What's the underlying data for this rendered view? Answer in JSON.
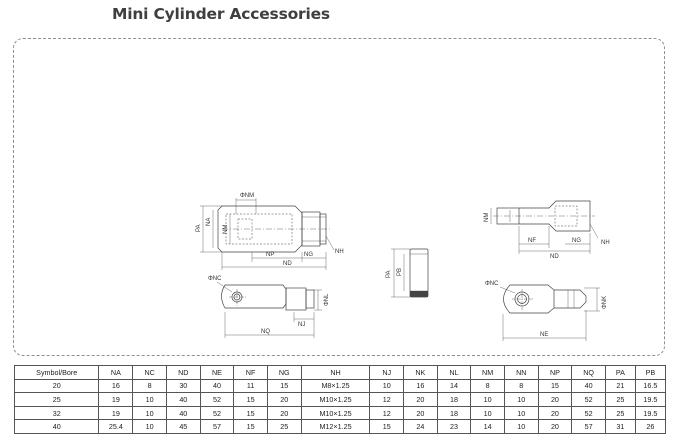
{
  "page": {
    "title": "Mini Cylinder Accessories"
  },
  "drawings": {
    "y_joint": {
      "top_labels": [
        "ΦNM",
        "NA",
        "PA",
        "NM",
        "NP",
        "NG",
        "ND",
        "NH"
      ],
      "bottom_labels": [
        "ΦNC",
        "ΦNL",
        "NJ",
        "NQ"
      ]
    },
    "pin": {
      "labels": [
        "PA",
        "PB"
      ]
    },
    "i_joint": {
      "top_labels": [
        "NM",
        "NF",
        "NG",
        "ND",
        "NH"
      ],
      "bottom_labels": [
        "ΦNC",
        "ΦNK",
        "NE"
      ]
    }
  },
  "table": {
    "headers": [
      "Symbol/Bore",
      "NA",
      "NC",
      "ND",
      "NE",
      "NF",
      "NG",
      "NH",
      "NJ",
      "NK",
      "NL",
      "NM",
      "NN",
      "NP",
      "NQ",
      "PA",
      "PB"
    ],
    "rows": [
      [
        "20",
        "16",
        "8",
        "30",
        "40",
        "11",
        "15",
        "M8×1.25",
        "10",
        "16",
        "14",
        "8",
        "8",
        "15",
        "40",
        "21",
        "16.5"
      ],
      [
        "25",
        "19",
        "10",
        "40",
        "52",
        "15",
        "20",
        "M10×1.25",
        "12",
        "20",
        "18",
        "10",
        "10",
        "20",
        "52",
        "25",
        "19.5"
      ],
      [
        "32",
        "19",
        "10",
        "40",
        "52",
        "15",
        "20",
        "M10×1.25",
        "12",
        "20",
        "18",
        "10",
        "10",
        "20",
        "52",
        "25",
        "19.5"
      ],
      [
        "40",
        "25.4",
        "10",
        "45",
        "57",
        "15",
        "25",
        "M12×1.25",
        "15",
        "24",
        "23",
        "14",
        "10",
        "20",
        "57",
        "31",
        "26"
      ]
    ]
  }
}
